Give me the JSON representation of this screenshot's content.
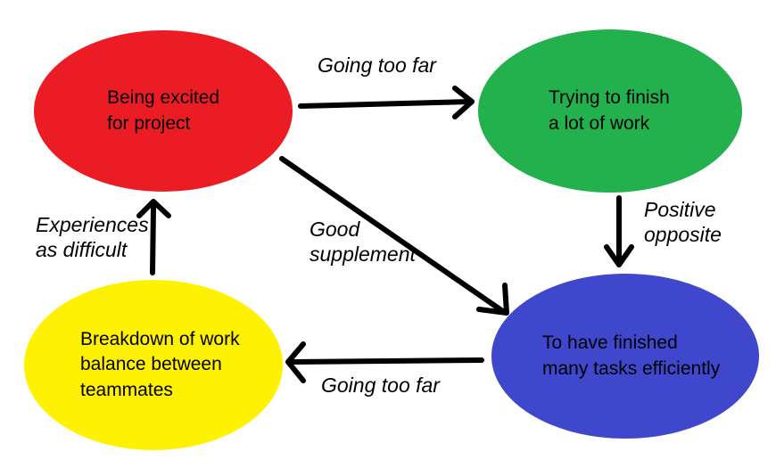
{
  "diagram": {
    "background_color": "#FFFFFF",
    "arrow_color": "#000000",
    "text_color": "#000000",
    "nodes": [
      {
        "id": "being-excited",
        "label": "Being excited\nfor project",
        "fill": "#EC1C24"
      },
      {
        "id": "trying-to-finish",
        "label": "Trying to finish\na lot of work",
        "fill": "#22B14C"
      },
      {
        "id": "finished-tasks",
        "label": "To have finished\nmany tasks efficiently",
        "fill": "#3F48CC"
      },
      {
        "id": "work-balance",
        "label": "Breakdown of work\nbalance between\nteammates",
        "fill": "#FFF200"
      }
    ],
    "edges": [
      {
        "from": "being-excited",
        "to": "trying-to-finish",
        "label": "Going too far"
      },
      {
        "from": "trying-to-finish",
        "to": "finished-tasks",
        "label": "Positive\nopposite"
      },
      {
        "from": "being-excited",
        "to": "finished-tasks",
        "label": "Good\nsupplement"
      },
      {
        "from": "finished-tasks",
        "to": "work-balance",
        "label": "Going too far"
      },
      {
        "from": "work-balance",
        "to": "being-excited",
        "label": "Experiences\nas difficult"
      }
    ]
  }
}
